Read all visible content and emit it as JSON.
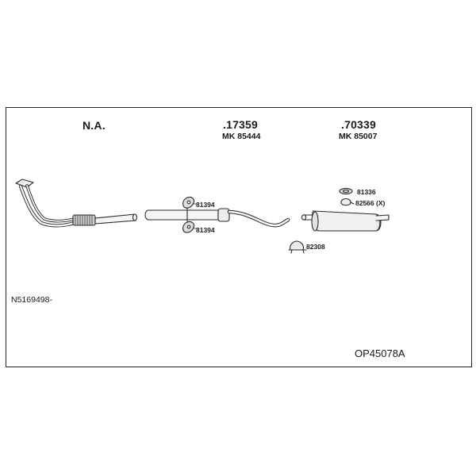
{
  "columns": [
    {
      "main": "N.A.",
      "sub": ""
    },
    {
      "main": ".17359",
      "sub": "MK  85444"
    },
    {
      "main": ".70339",
      "sub": "MK  85007"
    }
  ],
  "parts": {
    "hanger_top": "81394",
    "hanger_bottom": "81394",
    "ring_top": "81336",
    "clamp": "82566 (X)",
    "bracket": "82308"
  },
  "reference": "N5169498-",
  "kit_code": "OP45078A"
}
